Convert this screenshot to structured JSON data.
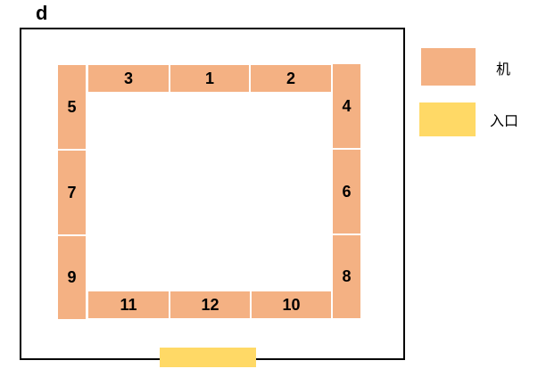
{
  "panel_label": "d",
  "seats": {
    "top": [
      "3",
      "1",
      "2"
    ],
    "left": [
      "5",
      "7",
      "9"
    ],
    "right": [
      "4",
      "6",
      "8"
    ],
    "bottom": [
      "11",
      "12",
      "10"
    ]
  },
  "legend": {
    "machine_label": "机",
    "entrance_label": "入口"
  },
  "colors": {
    "machine": "#f4b183",
    "entrance": "#ffd966",
    "wall": "#000000"
  }
}
